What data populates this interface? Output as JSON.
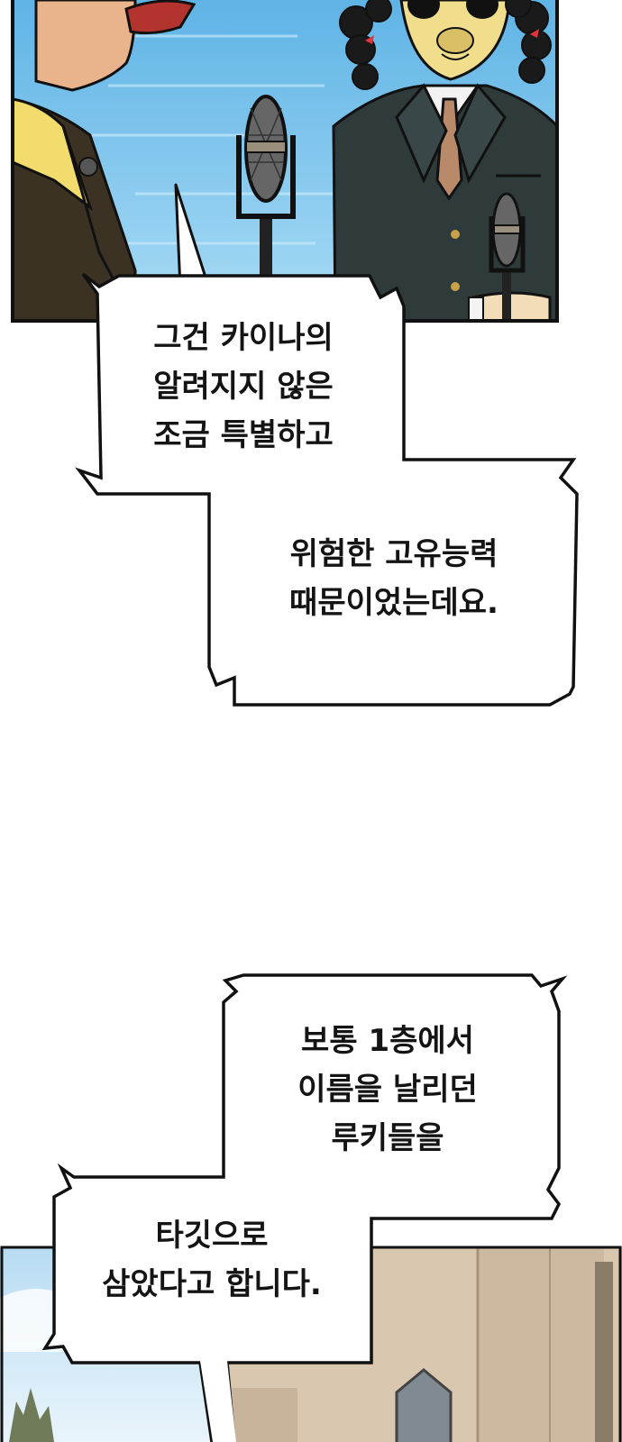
{
  "colors": {
    "sky": "#7ec4ea",
    "panel_border": "#111111",
    "suit": "#2f3a3b",
    "shirt": "#f4e27a",
    "tie": "#b98a6a",
    "building": "#d9c7b0"
  },
  "bubbles": [
    {
      "lines": [
        "그건 카이나의",
        "알려지지 않은",
        "조금 특별하고"
      ]
    },
    {
      "lines": [
        "위험한 고유능력",
        "때문이었는데요."
      ]
    },
    {
      "lines": [
        "보통 1층에서",
        "이름을 날리던",
        "루키들을"
      ]
    },
    {
      "lines": [
        "타깃으로",
        "삼았다고 합니다."
      ]
    }
  ]
}
